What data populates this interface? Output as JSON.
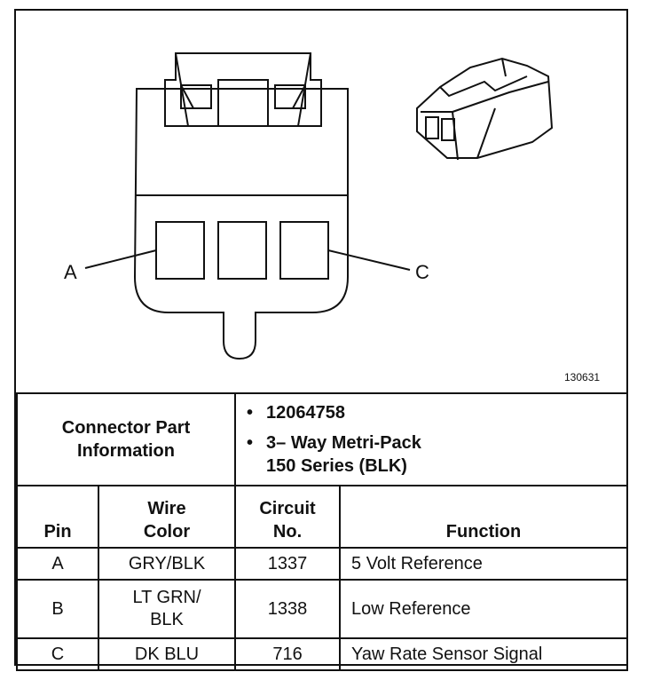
{
  "diagram": {
    "pin_labels": {
      "left": "A",
      "right": "C"
    },
    "figure_number": "130631"
  },
  "connector": {
    "label": "Connector Part Information",
    "part_number": "12064758",
    "description_line1": "3– Way Metri-Pack",
    "description_line2": "150 Series (BLK)"
  },
  "table": {
    "headers": {
      "pin": "Pin",
      "wire_color_1": "Wire",
      "wire_color_2": "Color",
      "circuit_1": "Circuit",
      "circuit_2": "No.",
      "function": "Function"
    },
    "rows": [
      {
        "pin": "A",
        "wire_color_1": "GRY/BLK",
        "wire_color_2": "",
        "circuit": "1337",
        "function": "5 Volt Reference"
      },
      {
        "pin": "B",
        "wire_color_1": "LT GRN/",
        "wire_color_2": "BLK",
        "circuit": "1338",
        "function": "Low Reference"
      },
      {
        "pin": "C",
        "wire_color_1": "DK BLU",
        "wire_color_2": "",
        "circuit": "716",
        "function": "Yaw Rate Sensor Signal"
      }
    ]
  }
}
